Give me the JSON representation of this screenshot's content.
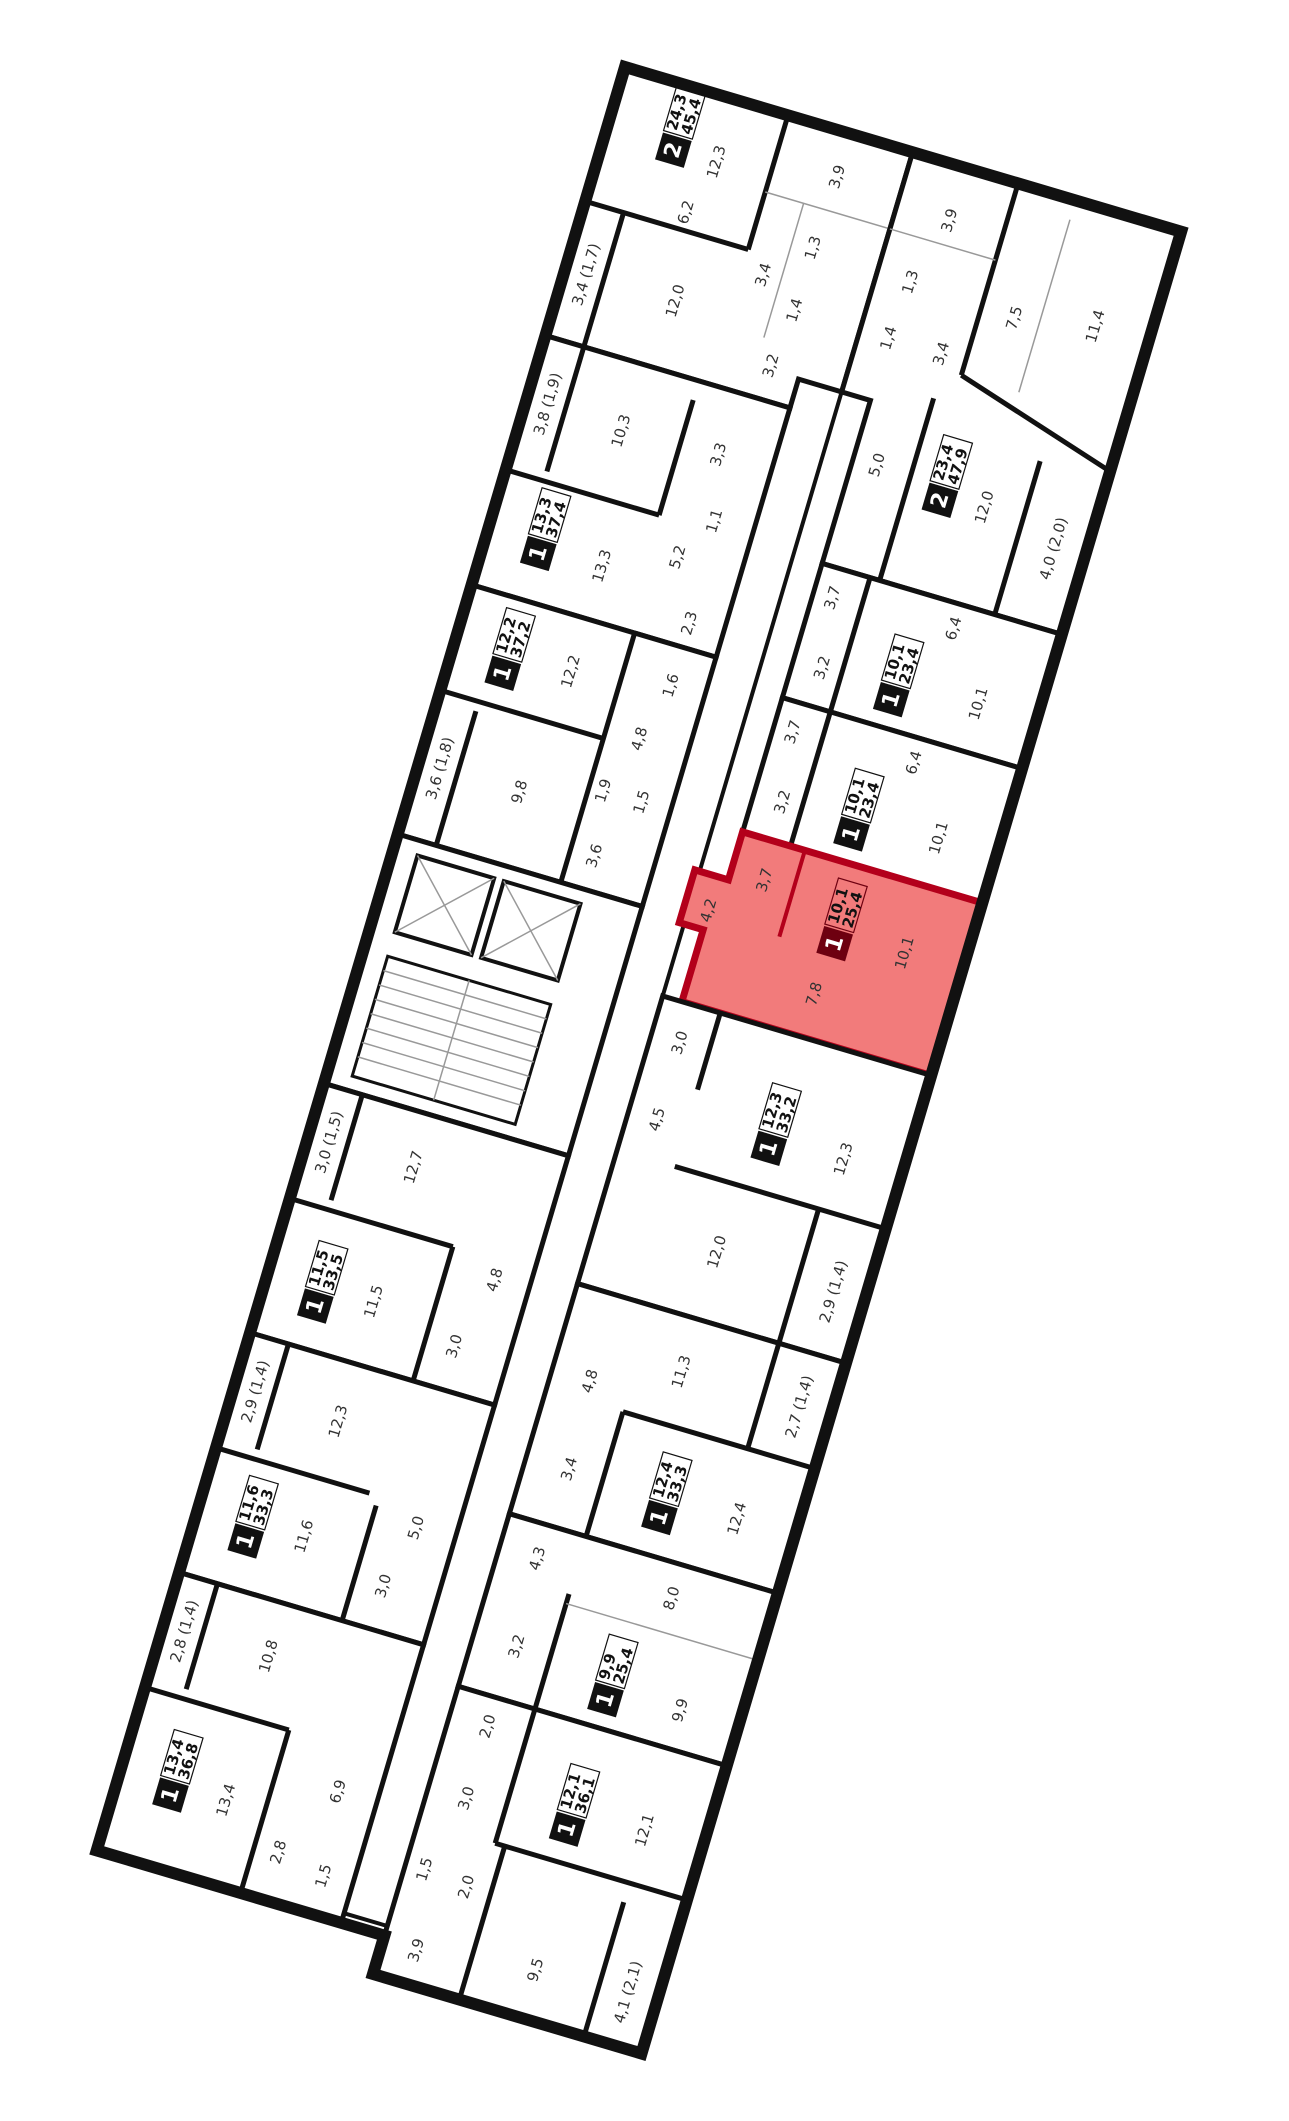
{
  "plan": {
    "highlight_color": "#f27b7b",
    "highlight_border": "#b3001b"
  },
  "apartments": [
    {
      "rooms": "2",
      "living": "24,3",
      "total": "45,4",
      "labels": [
        "12,3",
        "6,2",
        "3,9",
        "1,3",
        "1,4",
        "3,4",
        "12,0",
        "3,4 (1,7)",
        "3,2"
      ]
    },
    {
      "rooms": "1",
      "living": "13,3",
      "total": "37,4",
      "labels": [
        "10,3",
        "3,8 (1,9)",
        "3,3",
        "1,1",
        "5,2",
        "13,3",
        "2,3"
      ]
    },
    {
      "rooms": "1",
      "living": "12,2",
      "total": "37,2",
      "labels": [
        "12,2",
        "1,6",
        "4,8",
        "9,8",
        "3,6 (1,8)",
        "1,9",
        "1,5",
        "3,6"
      ]
    },
    {
      "rooms": "1",
      "living": "11,5",
      "total": "33,5",
      "labels": [
        "3,0 (1,5)",
        "12,7",
        "4,8",
        "11,5",
        "3,0"
      ]
    },
    {
      "rooms": "1",
      "living": "11,6",
      "total": "33,3",
      "labels": [
        "2,9 (1,4)",
        "12,3",
        "5,0",
        "11,6",
        "3,0"
      ]
    },
    {
      "rooms": "1",
      "living": "13,4",
      "total": "36,8",
      "labels": [
        "2,8 (1,4)",
        "10,8",
        "13,4",
        "6,9",
        "2,8",
        "1,5"
      ]
    },
    {
      "rooms": "2",
      "living": "23,4",
      "total": "47,9",
      "labels": [
        "3,9",
        "1,3",
        "1,4",
        "3,4",
        "7,5",
        "11,4",
        "5,0",
        "12,0",
        "4,0 (2,0)"
      ]
    },
    {
      "rooms": "1",
      "living": "10,1",
      "total": "23,4",
      "labels": [
        "3,7",
        "3,2",
        "6,4",
        "10,1"
      ]
    },
    {
      "rooms": "1",
      "living": "10,1",
      "total": "23,4",
      "labels": [
        "3,7",
        "3,2",
        "6,4",
        "10,1"
      ]
    },
    {
      "rooms": "1",
      "living": "10,1",
      "total": "25,4",
      "labels": [
        "3,7",
        "4,2",
        "7,8",
        "10,1"
      ]
    },
    {
      "rooms": "1",
      "living": "12,3",
      "total": "33,2",
      "labels": [
        "3,0",
        "4,5",
        "12,3",
        "12,0",
        "2,9 (1,4)"
      ]
    },
    {
      "rooms": "1",
      "living": "12,4",
      "total": "33,3",
      "labels": [
        "11,3",
        "2,7 (1,4)",
        "4,8",
        "3,4",
        "12,4"
      ]
    },
    {
      "rooms": "1",
      "living": "9,9",
      "total": "25,4",
      "labels": [
        "4,3",
        "3,2",
        "8,0",
        "9,9"
      ]
    },
    {
      "rooms": "1",
      "living": "12,1",
      "total": "36,1",
      "labels": [
        "2,0",
        "3,0",
        "12,1",
        "1,5",
        "2,0",
        "3,9",
        "9,5",
        "4,1 (2,1)"
      ]
    }
  ]
}
